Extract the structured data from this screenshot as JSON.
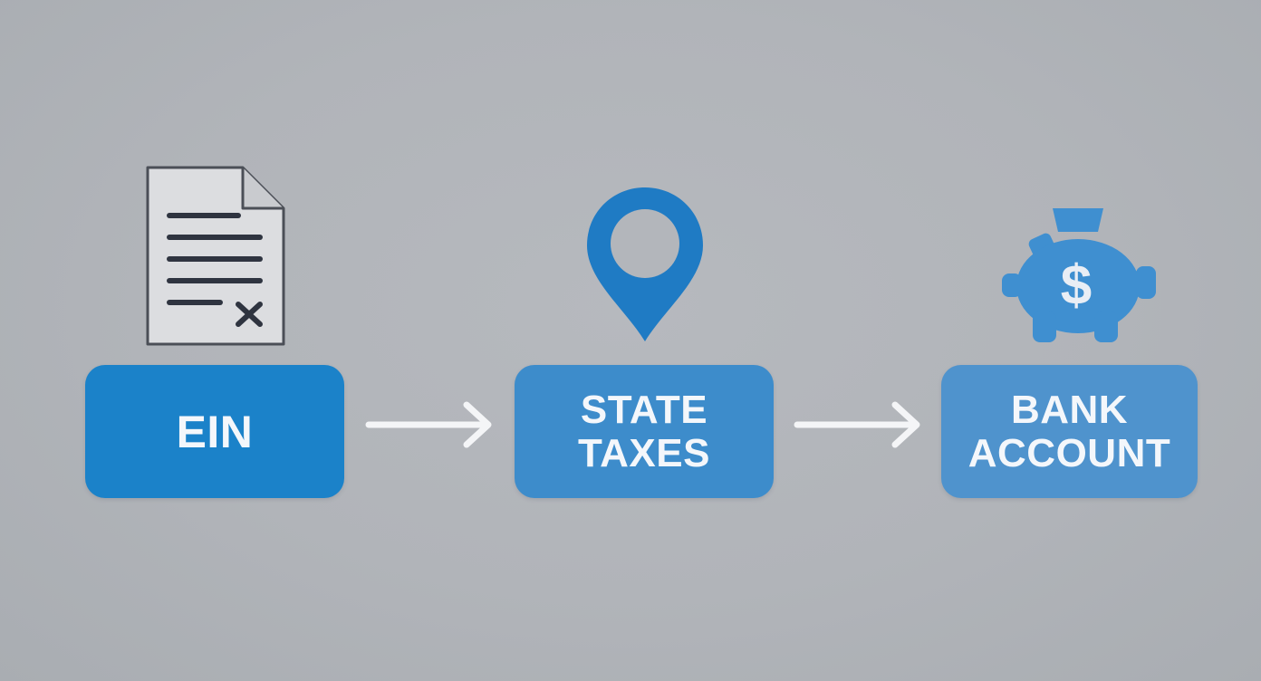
{
  "steps": [
    {
      "label": "EIN",
      "icon": "document-icon",
      "color": "#1b82c9"
    },
    {
      "label": "STATE\nTAXES",
      "icon": "location-pin-icon",
      "color": "#3d8ccb"
    },
    {
      "label": "BANK\nACCOUNT",
      "icon": "piggy-bank-icon",
      "color": "#4f93cd"
    }
  ],
  "connectors": [
    "arrow-right-icon",
    "arrow-right-icon"
  ],
  "colors": {
    "background": "#b1b4b9",
    "icon_blue": "#1f7bc4",
    "piggy_blue": "#3f8fd0",
    "text": "#f4f7fb"
  }
}
